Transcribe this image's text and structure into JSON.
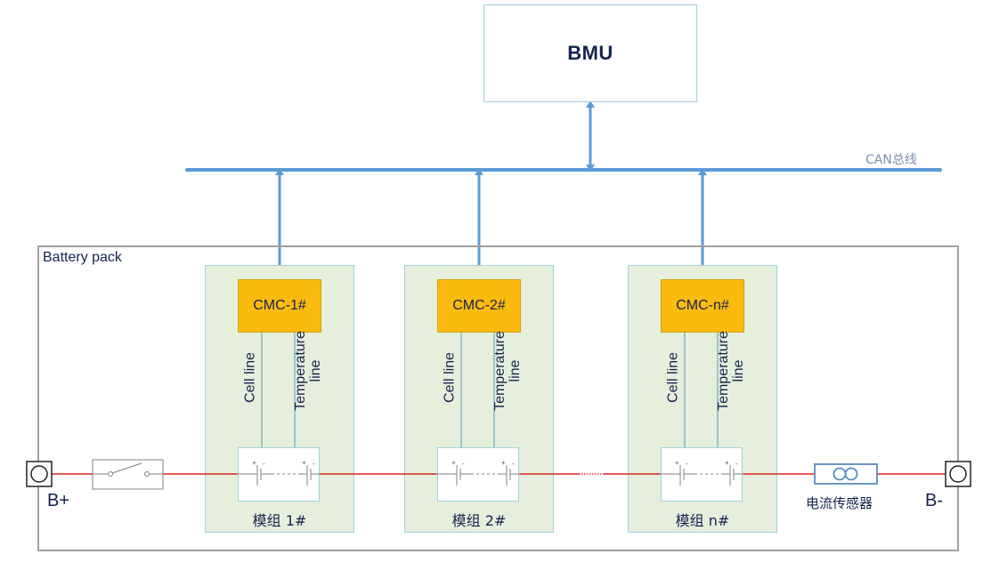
{
  "diagram": {
    "title": "Battery management system topology",
    "bmu": {
      "label": "BMU"
    },
    "can_bus": {
      "label": "CAN总线",
      "color": "#5b9bd5"
    },
    "battery_pack": {
      "label": "Battery pack"
    },
    "modules": [
      {
        "cmc_label": "CMC-1#",
        "cell_line_label": "Cell line",
        "temp_line_label_1": "Temperature",
        "temp_line_label_2": "line",
        "module_label": "模组 1#"
      },
      {
        "cmc_label": "CMC-2#",
        "cell_line_label": "Cell line",
        "temp_line_label_1": "Temperature",
        "temp_line_label_2": "line",
        "module_label": "模组 2#"
      },
      {
        "cmc_label": "CMC-n#",
        "cell_line_label": "Cell line",
        "temp_line_label_1": "Temperature",
        "temp_line_label_2": "line",
        "module_label": "模组 n#"
      }
    ],
    "terminals": {
      "positive": "B+",
      "negative": "B-"
    },
    "current_sensor": {
      "label": "电流传感器"
    },
    "cell_symbol": {
      "plus": "+",
      "minus": "-"
    },
    "colors": {
      "power_line": "#e02020",
      "bus": "#5b9bd5",
      "module_fill": "#e6efdc",
      "cmc_fill": "#fbbb0e",
      "text": "#142350"
    }
  }
}
